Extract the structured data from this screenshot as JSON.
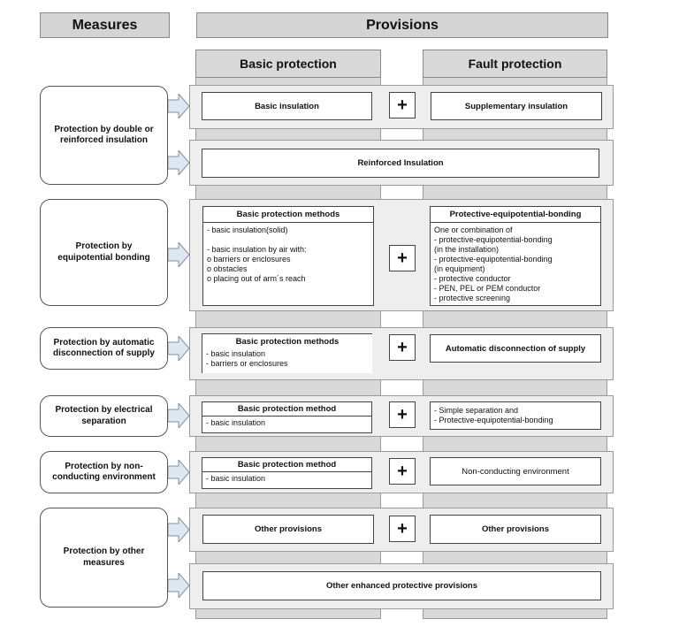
{
  "headers": {
    "measures": "Measures",
    "provisions": "Provisions",
    "basic_protection": "Basic protection",
    "fault_protection": "Fault protection"
  },
  "plus": "+",
  "rows": {
    "double": {
      "measure": "Protection by double or reinforced insulation",
      "basic": "Basic insulation",
      "fault": "Supplementary insulation",
      "reinforced": "Reinforced Insulation"
    },
    "equipotential": {
      "measure": "Protection by equipotential bonding",
      "basic_title": "Basic protection methods",
      "basic_body": "- basic insulation(solid)\n\n- basic insulation by air with:\n   o barriers or enclosures\n   o obstacles\n   o placing out of arm´s reach",
      "fault_title": "Protective-equipotential-bonding",
      "fault_body": "One or combination of\n- protective-equipotential-bonding\n  (in the installation)\n- protective-equipotential-bonding\n  (in equipment)\n- protective conductor\n- PEN, PEL or PEM conductor\n- protective screening"
    },
    "automatic": {
      "measure": "Protection by automatic disconnection of supply",
      "basic_title": "Basic protection methods",
      "basic_body": "- basic insulation\n- barriers or enclosures",
      "fault": "Automatic disconnection of supply"
    },
    "separation": {
      "measure": "Protection by electrical separation",
      "basic_title": "Basic protection method",
      "basic_body": "- basic insulation",
      "fault": "- Simple separation and\n- Protective-equipotential-bonding"
    },
    "nonconducting": {
      "measure": "Protection by non-conducting environment",
      "basic_title": "Basic protection method",
      "basic_body": "- basic insulation",
      "fault": "Non-conducting environment"
    },
    "other": {
      "measure": "Protection by other measures",
      "basic": "Other provisions",
      "fault": "Other provisions",
      "enhanced": "Other enhanced protective provisions"
    }
  }
}
